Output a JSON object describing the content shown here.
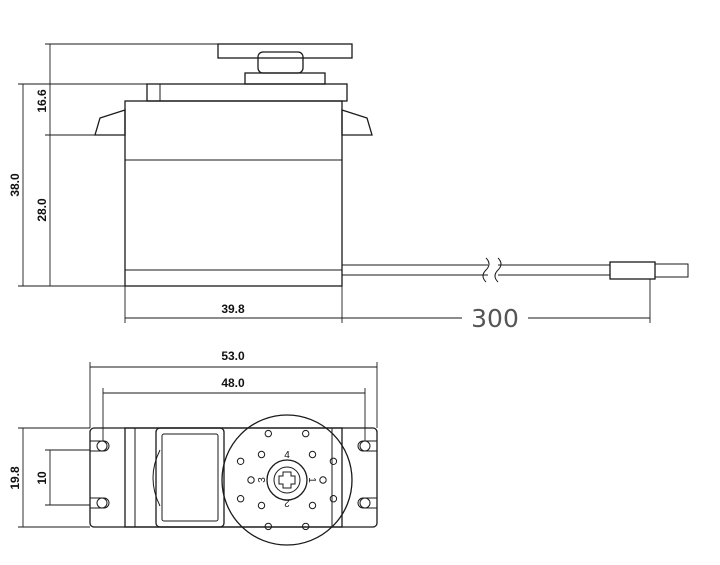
{
  "side_view": {
    "dims": {
      "height_total": "38.0",
      "height_body": "28.0",
      "height_top": "16.6",
      "body_length": "39.8",
      "wire_length": "300"
    }
  },
  "top_view": {
    "dims": {
      "total_width": "53.0",
      "mount_spacing": "48.0",
      "body_width": "19.8",
      "slot_spacing": "10"
    },
    "horn_hole_labels": [
      "4",
      "1",
      "2",
      "3"
    ]
  }
}
